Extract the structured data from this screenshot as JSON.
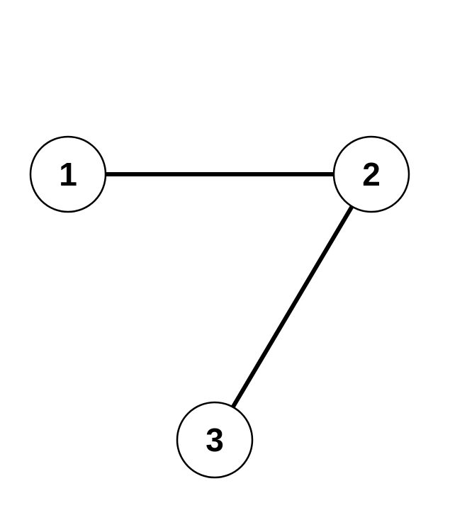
{
  "graph": {
    "nodes": [
      {
        "id": "1",
        "label": "1"
      },
      {
        "id": "2",
        "label": "2"
      },
      {
        "id": "3",
        "label": "3"
      }
    ],
    "edges": [
      {
        "from": "1",
        "to": "2"
      },
      {
        "from": "2",
        "to": "3"
      }
    ],
    "colors": {
      "stroke": "#000000",
      "fill": "#ffffff",
      "background": "#ffffff"
    }
  }
}
